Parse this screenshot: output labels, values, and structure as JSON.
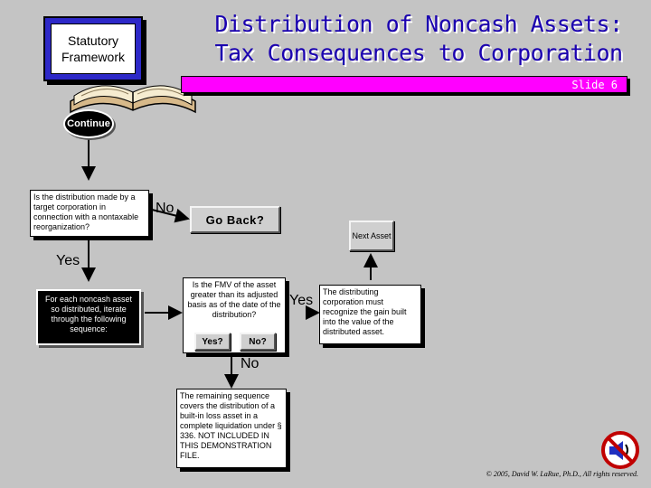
{
  "header": {
    "framework_label": "Statutory Framework",
    "title_line1": "Distribution of Noncash Assets:",
    "title_line2": "Tax Consequences to Corporation",
    "slide_label": "Slide 6"
  },
  "nav": {
    "continue_label": "Continue",
    "go_back_label": "Go Back?",
    "next_asset_label": "Next Asset",
    "yes_button_label": "Yes?",
    "no_button_label": "No?"
  },
  "flow": {
    "question1": "Is the distribution made by a target corporation in connection with a nontaxable reorganization?",
    "no_label_1": "No",
    "yes_label_1": "Yes",
    "iterate_text": "For each noncash asset so distributed, iterate through the following sequence:",
    "question2": "Is the FMV of the asset greater than its adjusted basis as of the date of the distribution?",
    "yes_label_2": "Yes",
    "no_label_2": "No",
    "gain_text": "The distributing corporation must recognize the gain built into the value of the distributed asset.",
    "remaining_text": "The remaining sequence covers the distribution of a built-in loss asset in a complete liquidation under § 336. NOT INCLUDED IN THIS DEMONSTRATION FILE."
  },
  "footer": {
    "copyright": "© 2005, David W. LaRue, Ph.D., All rights reserved.",
    "sound_icon": "sound-off-icon"
  },
  "colors": {
    "background": "#c4c4c4",
    "title_blue": "#1a00b0",
    "slide_bar": "#ff00ff",
    "framework_box": "#2d28c8"
  }
}
